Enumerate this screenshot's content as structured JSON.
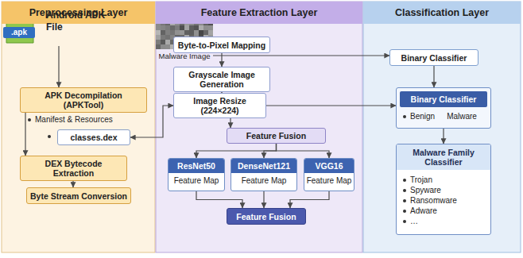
{
  "diagram": {
    "nodes": [
      {
        "text": [
          "Preprocessing Layer"
        ]
      },
      {
        "text": [
          ".apk",
          "Android APK File"
        ],
        "in": 0
      },
      {
        "text": [
          "APK Decompilation (APKTool)"
        ],
        "in": 0
      },
      {
        "text": [
          "classes.dex"
        ],
        "in": 0
      },
      {
        "text": [
          "DEX Bytecode Extraction"
        ],
        "in": 0
      },
      {
        "text": [
          "Byte Stream Conversion"
        ],
        "in": 0
      },
      {
        "text": [
          "Feature Extraction Layer"
        ]
      },
      {
        "text": [
          "Byte-to-Pixel Mapping"
        ],
        "in": 6
      },
      {
        "text": [
          "Grayscale Image Generation"
        ],
        "in": 6
      },
      {
        "text": [
          "Image Resize (224×224)"
        ],
        "in": 6
      },
      {
        "text": [
          "Feature Fusion"
        ],
        "in": 6
      },
      {
        "text": [
          "ResNet50",
          "Feature Map"
        ],
        "in": 6
      },
      {
        "text": [
          "DenseNet121",
          "Feature Map"
        ],
        "in": 6
      },
      {
        "text": [
          "VGG16",
          "Feature Map"
        ],
        "in": 6
      },
      {
        "text": [
          "Feature Fusion"
        ],
        "in": 6
      },
      {
        "text": [
          "Malware Image"
        ],
        "in": 6
      },
      {
        "text": [
          "Classification Layer"
        ]
      },
      {
        "text": [
          "Binary Classifier"
        ],
        "in": 16
      },
      {
        "text": [
          "Binary Classifier",
          "Benign",
          "Malware"
        ],
        "in": 16
      },
      {
        "text": [
          "Malware Family Classifier",
          "Trojan",
          "Spyware",
          "Ransomware",
          "Adware",
          "…"
        ],
        "in": 16
      }
    ],
    "edges": [
      {
        "from": 1,
        "to": 2,
        "arrow": "to"
      },
      {
        "from": 2,
        "to": 4,
        "arrow": "to"
      },
      {
        "from": 4,
        "to": 5,
        "arrow": "to"
      },
      {
        "from": 3,
        "to": 9,
        "arrow": "both"
      },
      {
        "from": 7,
        "to": 15,
        "arrow": "to"
      },
      {
        "from": 7,
        "to": 8,
        "arrow": "to"
      },
      {
        "from": 8,
        "to": 9,
        "arrow": "to"
      },
      {
        "from": 9,
        "to": 10,
        "arrow": "to"
      },
      {
        "from": 10,
        "to": 11,
        "arrow": "to"
      },
      {
        "from": 10,
        "to": 12,
        "arrow": "to"
      },
      {
        "from": 10,
        "to": 13,
        "arrow": "to"
      },
      {
        "from": 11,
        "to": 14,
        "arrow": "to"
      },
      {
        "from": 12,
        "to": 14,
        "arrow": "to"
      },
      {
        "from": 13,
        "to": 14,
        "arrow": "to"
      },
      {
        "from": 15,
        "to": 17,
        "arrow": "to"
      },
      {
        "from": 9,
        "to": 18,
        "arrow": "to"
      },
      {
        "from": 17,
        "to": 18,
        "arrow": "to"
      },
      {
        "from": 18,
        "to": 19,
        "arrow": "to"
      }
    ],
    "labels": [
      "Manifest & Resources"
    ]
  }
}
